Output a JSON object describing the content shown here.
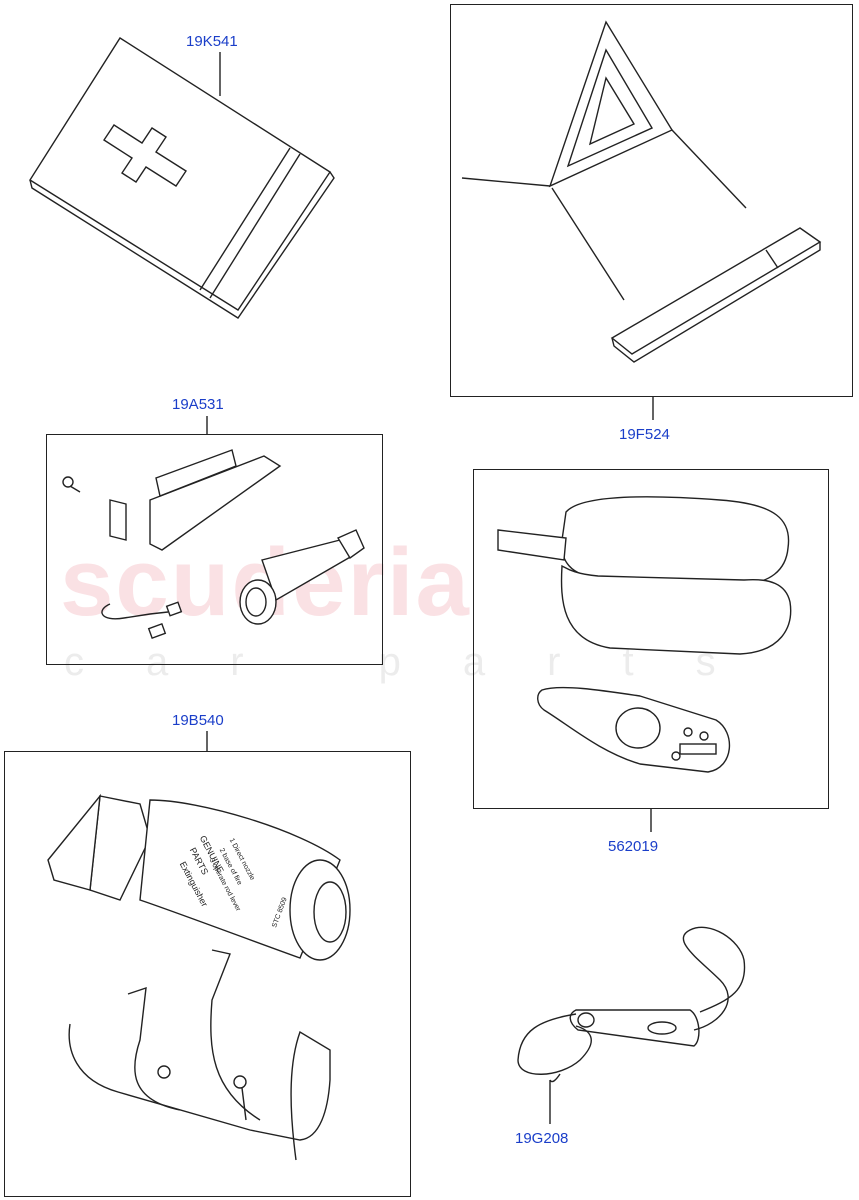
{
  "parts": [
    {
      "id": "first_aid_kit",
      "label": "19K541"
    },
    {
      "id": "warning_triangle",
      "label": "19F524"
    },
    {
      "id": "torch_kit",
      "label": "19A531"
    },
    {
      "id": "tyre_repair_kit",
      "label": "562019"
    },
    {
      "id": "fire_extinguisher_kit",
      "label": "19B540"
    },
    {
      "id": "inflator_remote",
      "label": "19G208"
    }
  ],
  "watermark": {
    "brand": "scuderia",
    "sub": "car parts"
  },
  "extinguisher_text": [
    "GENUINE",
    "PARTS",
    "Extinguisher",
    "1 Direct nozzle",
    "2 base of fire",
    "3 operate rod lever",
    "STC 8509"
  ]
}
